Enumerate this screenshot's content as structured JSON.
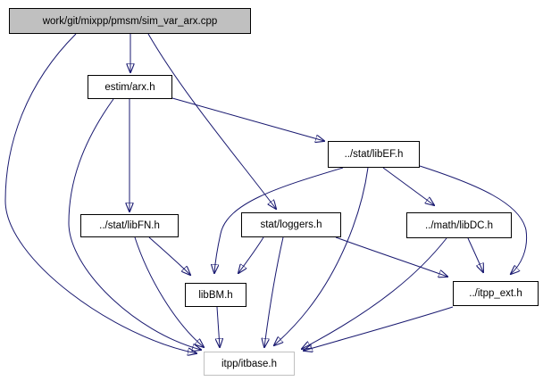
{
  "graph": {
    "type": "include-dependency-graph",
    "nodes": {
      "cpp": {
        "label": "work/git/mixpp/pmsm/sim_var_arx.cpp",
        "role": "root"
      },
      "arx": {
        "label": "estim/arx.h",
        "role": "internal"
      },
      "libEF": {
        "label": "../stat/libEF.h",
        "role": "internal"
      },
      "libFN": {
        "label": "../stat/libFN.h",
        "role": "internal"
      },
      "loggers": {
        "label": "stat/loggers.h",
        "role": "internal"
      },
      "libDC": {
        "label": "../math/libDC.h",
        "role": "internal"
      },
      "libBM": {
        "label": "libBM.h",
        "role": "internal"
      },
      "itpp_ext": {
        "label": "../itpp_ext.h",
        "role": "internal"
      },
      "itbase": {
        "label": "itpp/itbase.h",
        "role": "external"
      }
    },
    "edges": [
      {
        "from": "cpp",
        "to": "arx"
      },
      {
        "from": "cpp",
        "to": "loggers"
      },
      {
        "from": "cpp",
        "to": "itbase"
      },
      {
        "from": "arx",
        "to": "libFN"
      },
      {
        "from": "arx",
        "to": "libEF"
      },
      {
        "from": "arx",
        "to": "itbase"
      },
      {
        "from": "libEF",
        "to": "libBM"
      },
      {
        "from": "libEF",
        "to": "libDC"
      },
      {
        "from": "libEF",
        "to": "itpp_ext"
      },
      {
        "from": "libEF",
        "to": "itbase"
      },
      {
        "from": "libFN",
        "to": "libBM"
      },
      {
        "from": "libFN",
        "to": "itbase"
      },
      {
        "from": "loggers",
        "to": "libBM"
      },
      {
        "from": "loggers",
        "to": "itpp_ext"
      },
      {
        "from": "loggers",
        "to": "itbase"
      },
      {
        "from": "libDC",
        "to": "itpp_ext"
      },
      {
        "from": "libDC",
        "to": "itbase"
      },
      {
        "from": "libBM",
        "to": "itbase"
      },
      {
        "from": "itpp_ext",
        "to": "itbase"
      }
    ],
    "colors": {
      "edge": "#191970",
      "root_fill": "#c0c0c0",
      "node_fill": "#ffffff",
      "node_border": "#000000",
      "external_border": "#c0c0c0",
      "text": "#000000",
      "background": "#ffffff"
    }
  }
}
